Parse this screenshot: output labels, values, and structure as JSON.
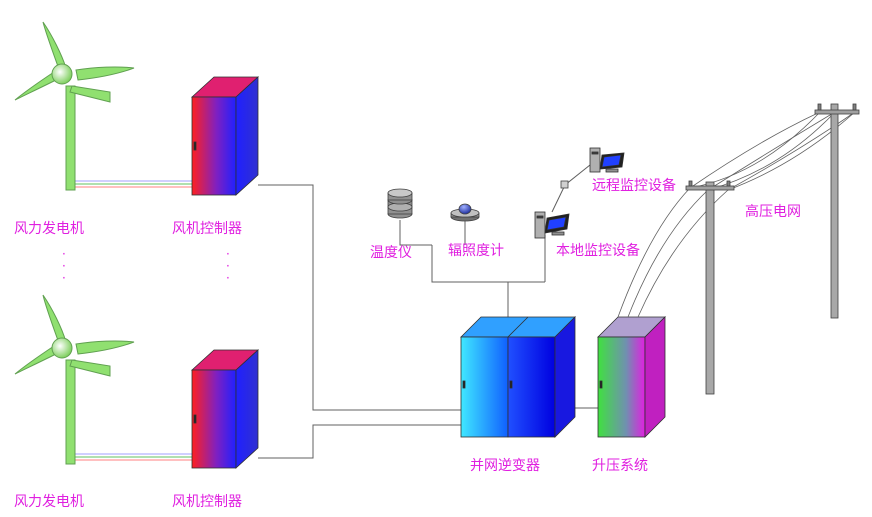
{
  "labels": {
    "wind_turbine_1": "风力发电机",
    "wind_turbine_2": "风力发电机",
    "controller_1": "风机控制器",
    "controller_2": "风机控制器",
    "thermometer": "温度仪",
    "irradiance_meter": "辐照度计",
    "remote_monitor": "远程监控设备",
    "local_monitor": "本地监控设备",
    "grid_inverter": "并网逆变器",
    "boost_system": "升压系统",
    "high_voltage_grid": "高压电网"
  },
  "ellipsis": {
    "turbines": "·\n·\n·",
    "controllers": "·\n·\n·"
  },
  "colors": {
    "label": "#e020e0",
    "turbine": "#90e070",
    "controller_gradient": [
      "#ff2020",
      "#8020c0",
      "#2020ff"
    ],
    "inverter_gradient": [
      "#40e0ff",
      "#1010ff"
    ],
    "boost_gradient": [
      "#40e040",
      "#e020e0"
    ],
    "wire": "#606060"
  },
  "icons": {
    "turbine": "wind-turbine-icon",
    "controller": "controller-cabinet-icon",
    "thermometer": "thermometer-icon",
    "irradiance": "irradiance-meter-icon",
    "computer": "computer-icon",
    "pole": "utility-pole-icon"
  }
}
